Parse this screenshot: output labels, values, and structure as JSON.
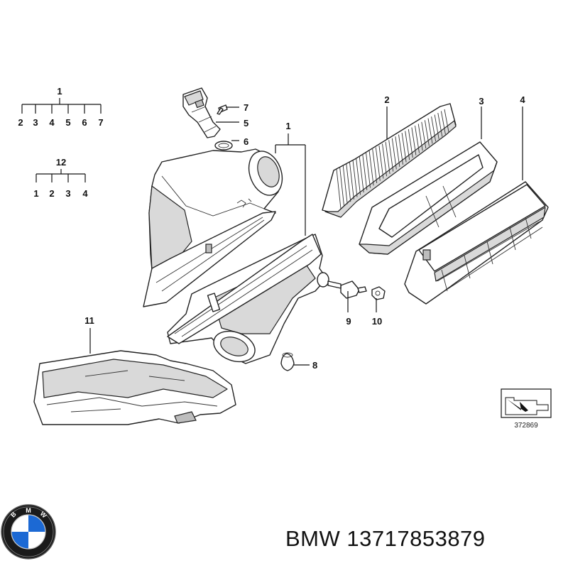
{
  "diagram": {
    "groups": [
      {
        "label": "1",
        "items": [
          "2",
          "3",
          "4",
          "5",
          "6",
          "7"
        ]
      },
      {
        "label": "12",
        "items": [
          "1",
          "2",
          "3",
          "4"
        ]
      }
    ],
    "callouts": {
      "c1": "1",
      "c2": "2",
      "c3": "3",
      "c4": "4",
      "c5": "5",
      "c6": "6",
      "c7": "7",
      "c8": "8",
      "c9": "9",
      "c10": "10",
      "c11": "11"
    },
    "reference_number": "372869"
  },
  "logo": {
    "text": "BMW",
    "colors": {
      "blue": "#1c69d4",
      "ring": "#111111",
      "white": "#ffffff"
    }
  },
  "footer": {
    "brand": "BMW",
    "part_number": "13717853879"
  }
}
